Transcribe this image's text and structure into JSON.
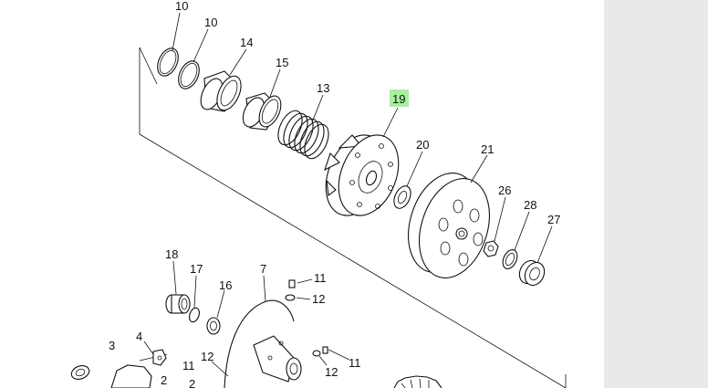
{
  "diagram": {
    "callouts": [
      {
        "id": "c10a",
        "label": "10"
      },
      {
        "id": "c10b",
        "label": "10"
      },
      {
        "id": "c14",
        "label": "14"
      },
      {
        "id": "c15",
        "label": "15"
      },
      {
        "id": "c13",
        "label": "13"
      },
      {
        "id": "c19",
        "label": "19",
        "highlighted": true
      },
      {
        "id": "c20",
        "label": "20"
      },
      {
        "id": "c21",
        "label": "21"
      },
      {
        "id": "c26",
        "label": "26"
      },
      {
        "id": "c28",
        "label": "28"
      },
      {
        "id": "c27",
        "label": "27"
      },
      {
        "id": "c18",
        "label": "18"
      },
      {
        "id": "c17",
        "label": "17"
      },
      {
        "id": "c16",
        "label": "16"
      },
      {
        "id": "c7",
        "label": "7"
      },
      {
        "id": "c11a",
        "label": "11"
      },
      {
        "id": "c12a",
        "label": "12"
      },
      {
        "id": "c4",
        "label": "4"
      },
      {
        "id": "c3",
        "label": "3"
      },
      {
        "id": "c12b",
        "label": "12"
      },
      {
        "id": "c11b",
        "label": "11"
      },
      {
        "id": "c2",
        "label": "2"
      },
      {
        "id": "c11c",
        "label": "11"
      },
      {
        "id": "c12c",
        "label": "12"
      },
      {
        "id": "c2b",
        "label": "2"
      }
    ],
    "highlight_color": "#a8f0a0",
    "line_color": "#111111"
  },
  "side_panel": {
    "background": "#e9e9e9"
  }
}
